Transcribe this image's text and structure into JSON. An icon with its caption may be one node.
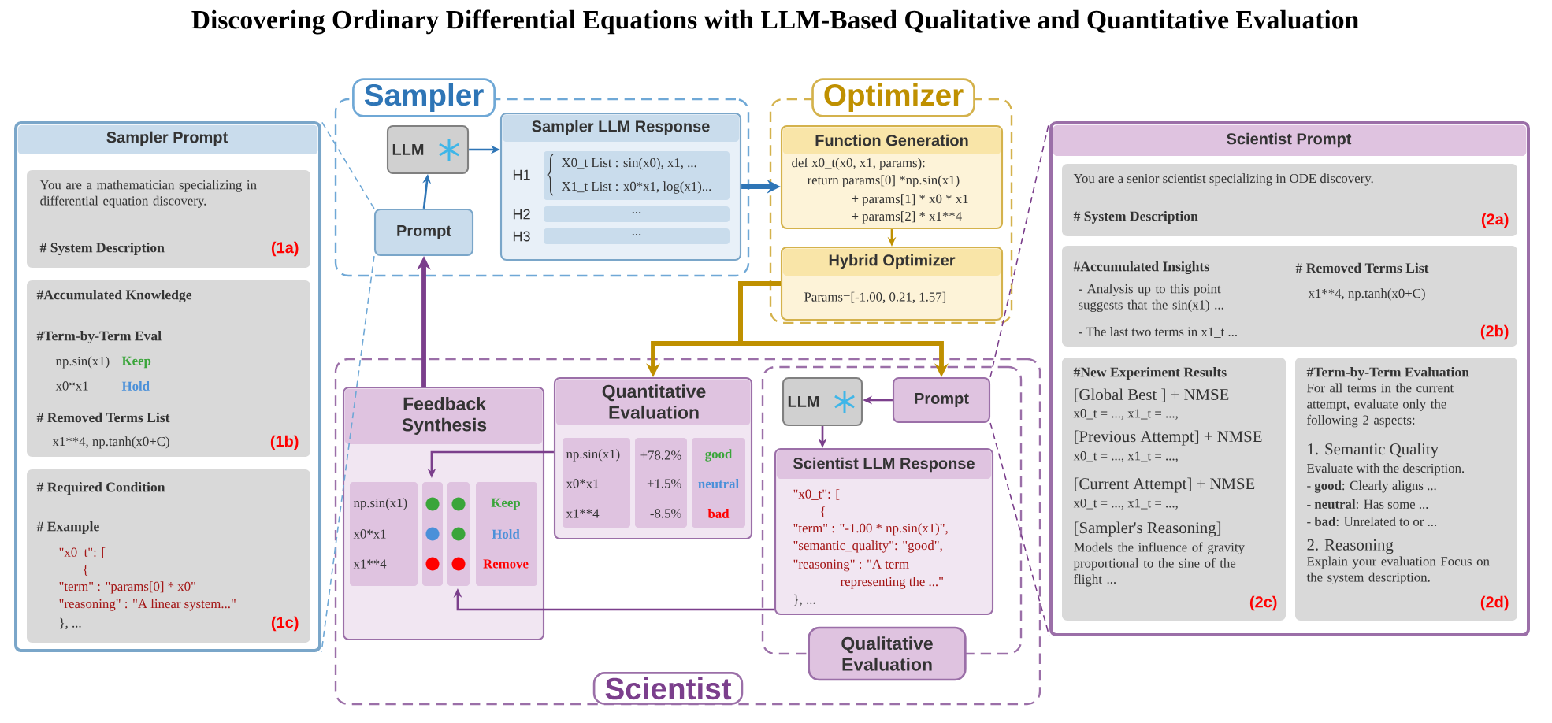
{
  "diagram": {
    "title": "Discovering Ordinary Differential Equations with LLM-Based Qualitative and Quantitative Evaluation",
    "nodes": [
      {
        "text": [
          "Sampler Prompt"
        ]
      },
      {
        "text": [
          "You are a mathematician specializing in differential equation discovery.",
          "# System Description",
          "(1a)"
        ],
        "in": 0
      },
      {
        "text": [
          "#Accumulated Knowledge",
          "#Term-by-Term Eval",
          "np.sin(x1)",
          "Keep",
          "x0*x1",
          "Hold",
          "# Removed Terms List",
          "x1**4, np.tanh(x0+C)",
          "(1b)"
        ],
        "in": 0
      },
      {
        "text": [
          "# Required Condition",
          "# Example",
          "\"x0_t\": [",
          "{",
          "\"term\" : \"params[0] * x0\"",
          "\"reasoning\" : \"A linear system...\"",
          "}, ...",
          "(1c)"
        ],
        "in": 0
      },
      {
        "text": [
          "Sampler"
        ]
      },
      {
        "text": [
          "LLM"
        ],
        "in": 4
      },
      {
        "text": [
          "Prompt"
        ],
        "in": 4
      },
      {
        "text": [
          "Sampler LLM Response",
          "H1",
          "X0_t List : sin(x0), x1, ...",
          "X1_t List : x0*x1, log(x1)...",
          "H2",
          "...",
          "H3",
          "..."
        ],
        "in": 4
      },
      {
        "text": [
          "Optimizer"
        ]
      },
      {
        "text": [
          "Function Generation",
          "def x0_t(x0, x1, params):",
          "return params[0] *np.sin(x1)",
          "+ params[1] * x0 * x1",
          "+ params[2] * x1**4"
        ],
        "in": 8
      },
      {
        "text": [
          "Hybrid Optimizer",
          "Params=[-1.00, 0.21, 1.57]"
        ],
        "in": 8
      },
      {
        "text": [
          "Scientist"
        ]
      },
      {
        "text": [
          "Feedback Synthesis",
          "np.sin(x1)",
          "Keep",
          "x0*x1",
          "Hold",
          "x1**4",
          "Remove"
        ],
        "in": 11
      },
      {
        "text": [
          "Quantitative Evaluation",
          "np.sin(x1)",
          "+78.2%",
          "good",
          "x0*x1",
          "+1.5%",
          "neutral",
          "x1**4",
          "-8.5%",
          "bad"
        ],
        "in": 11
      },
      {
        "text": [
          "Qualitative Evaluation"
        ],
        "in": 11
      },
      {
        "text": [
          "LLM"
        ],
        "in": 14
      },
      {
        "text": [
          "Prompt"
        ],
        "in": 14
      },
      {
        "text": [
          "Scientist LLM Response",
          "\"x0_t\": [",
          "{",
          "\"term\" : \"-1.00 * np.sin(x1)\",",
          "\"semantic_quality\": \"good\",",
          "\"reasoning\" : \"A term",
          "representing the ...\"",
          "}, ..."
        ],
        "in": 14
      },
      {
        "text": [
          "Scientist Prompt"
        ]
      },
      {
        "text": [
          "You are a senior scientist specializing in ODE discovery.",
          "# System Description",
          "(2a)"
        ],
        "in": 18
      },
      {
        "text": [
          "#Accumulated Insights",
          "- Analysis up to this point suggests that the sin(x1) ...",
          "- The last two terms in x1_t ...",
          "# Removed Terms List",
          "x1**4, np.tanh(x0+C)",
          "(2b)"
        ],
        "in": 18
      },
      {
        "text": [
          "#New Experiment Results",
          "[Global Best ] + NMSE",
          "x0_t = ..., x1_t = ...,",
          "[Previous Attempt] + NMSE",
          "x0_t = ..., x1_t = ...,",
          "[Current Attempt] + NMSE",
          "x0_t = ..., x1_t = ...,",
          "[Sampler's Reasoning]",
          "Models the influence of gravity proportional to the sine of the flight ...",
          "(2c)"
        ],
        "in": 18
      },
      {
        "text": [
          "#Term-by-Term Evaluation",
          "For all terms in the current attempt, evaluate only the following 2 aspects:",
          "1. Semantic Quality",
          "Evaluate with the description.",
          "- **good**: Clearly aligns ...",
          "- **neutral**: Has some ...",
          "- **bad**: Unrelated to or ...",
          "2. Reasoning",
          "Explain your evaluation Focus on the system description.",
          "(2d)"
        ],
        "in": 18
      }
    ],
    "edges": [
      {
        "from": 6,
        "to": 5,
        "arrow": "to",
        "color": "#2e75b6"
      },
      {
        "from": 5,
        "to": 7,
        "arrow": "to",
        "color": "#2e75b6"
      },
      {
        "from": 7,
        "to": 9,
        "arrow": "to",
        "style": "thick",
        "color": "#2e75b6"
      },
      {
        "from": 9,
        "to": 10,
        "arrow": "to",
        "color": "#bf9000"
      },
      {
        "from": 10,
        "to": 13,
        "arrow": "to",
        "style": "thick",
        "color": "#bf9000"
      },
      {
        "from": 10,
        "to": 16,
        "arrow": "to",
        "style": "thick",
        "color": "#bf9000"
      },
      {
        "from": 16,
        "to": 15,
        "arrow": "to"
      },
      {
        "from": 15,
        "to": 17,
        "arrow": "to"
      },
      {
        "from": 13,
        "to": 12,
        "arrow": "to"
      },
      {
        "from": 17,
        "to": 12,
        "arrow": "to"
      },
      {
        "from": 12,
        "to": 6,
        "arrow": "to",
        "style": "thick"
      },
      {
        "from": 6,
        "to": 0,
        "arrow": "none",
        "style": "dashed",
        "color": "#6fa8d6"
      },
      {
        "from": 6,
        "to": 0,
        "arrow": "none",
        "style": "dashed",
        "color": "#6fa8d6"
      },
      {
        "from": 16,
        "to": 18,
        "arrow": "none",
        "style": "dashed"
      },
      {
        "from": 16,
        "to": 18,
        "arrow": "none",
        "style": "dashed"
      }
    ]
  }
}
